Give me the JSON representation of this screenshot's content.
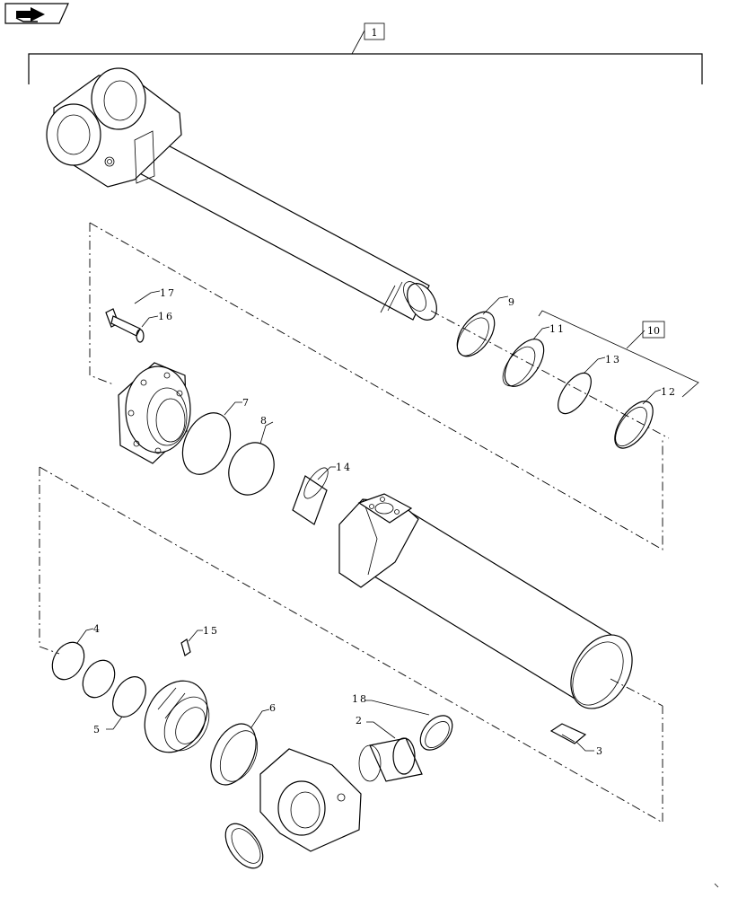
{
  "nav_icon": "next-page-arrow-icon",
  "callouts": {
    "c1": "1",
    "c2": "2",
    "c3": "3",
    "c4": "4",
    "c5": "5",
    "c6": "6",
    "c7": "7",
    "c8": "8",
    "c9": "9",
    "c10": "10",
    "c11": "11",
    "c12": "12",
    "c13": "13",
    "c14": "14",
    "c15": "15",
    "c16": "16",
    "c17": "17",
    "c18": "18"
  }
}
